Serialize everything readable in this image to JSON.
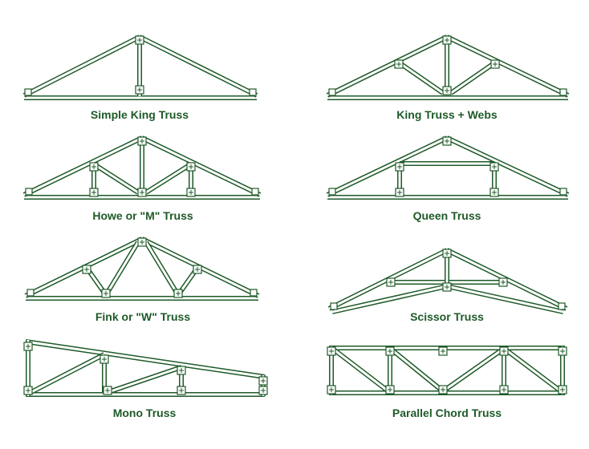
{
  "colors": {
    "stroke": "#1e5a28",
    "fill": "#ffffff",
    "label": "#1e5a28"
  },
  "trusses": [
    {
      "id": "simple-king",
      "label": "Simple King Truss"
    },
    {
      "id": "king-webs",
      "label": "King Truss + Webs"
    },
    {
      "id": "howe-m",
      "label": "Howe or \"M\" Truss"
    },
    {
      "id": "queen",
      "label": "Queen Truss"
    },
    {
      "id": "fink-w",
      "label": "Fink or \"W\" Truss"
    },
    {
      "id": "scissor",
      "label": "Scissor Truss"
    },
    {
      "id": "mono",
      "label": "Mono Truss"
    },
    {
      "id": "parallel-chord",
      "label": "Parallel Chord Truss"
    }
  ]
}
